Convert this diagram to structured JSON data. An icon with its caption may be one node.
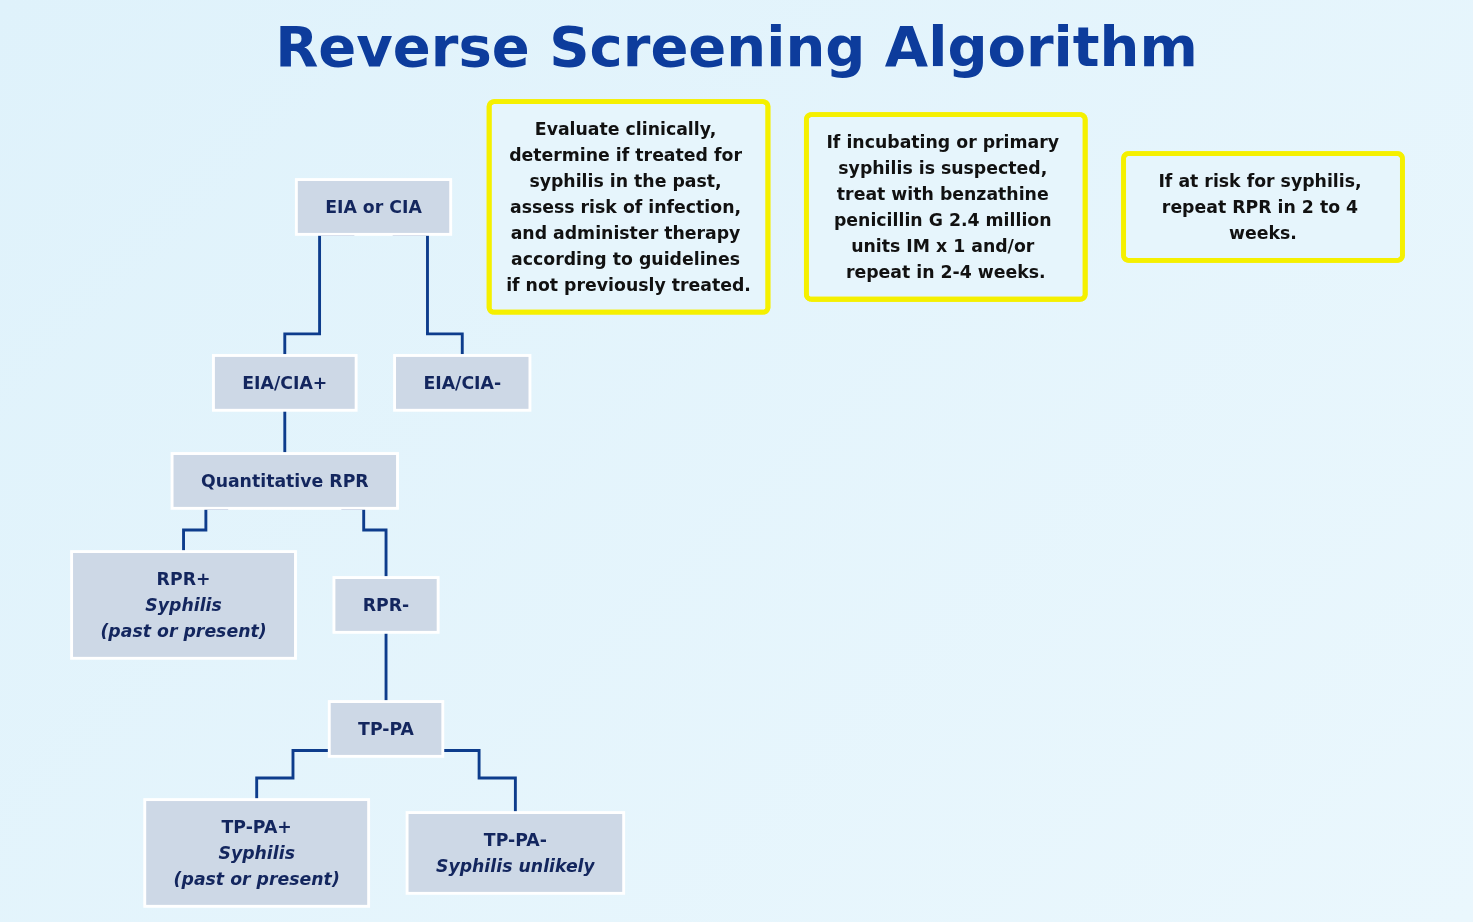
{
  "diagram": {
    "title": "Reverse Screening Algorithm",
    "nodes": [
      {
        "text": [
          "EIA or CIA"
        ]
      },
      {
        "text": [
          "EIA/CIA+"
        ]
      },
      {
        "text": [
          "EIA/CIA-"
        ]
      },
      {
        "text": [
          "Quantitative RPR"
        ]
      },
      {
        "text": [
          "RPR+",
          "Syphilis",
          "(past or present)"
        ]
      },
      {
        "text": [
          "RPR-"
        ]
      },
      {
        "text": [
          "TP-PA"
        ]
      },
      {
        "text": [
          "TP-PA+",
          "Syphilis",
          "(past or present)"
        ]
      },
      {
        "text": [
          "TP-PA-",
          "Syphilis unlikely"
        ]
      },
      {
        "text": [
          "Evaluate clinically, determine if treated for syphilis in the past, assess risk of infection, and administer therapy according to guidelines if not previously treated."
        ]
      },
      {
        "text": [
          "If incubating or primary syphilis is suspected, treat with benzathine penicillin G 2.4 million units IM x 1 and/or repeat in 2-4 weeks."
        ]
      },
      {
        "text": [
          "If at risk for syphilis, repeat RPR in 2 to 4 weeks."
        ]
      }
    ],
    "edges": [
      {
        "from": 0,
        "to": 1,
        "arrow": "none"
      },
      {
        "from": 0,
        "to": 2,
        "arrow": "none"
      },
      {
        "from": 1,
        "to": 3,
        "arrow": "none"
      },
      {
        "from": 3,
        "to": 4,
        "arrow": "none"
      },
      {
        "from": 3,
        "to": 5,
        "arrow": "none"
      },
      {
        "from": 5,
        "to": 6,
        "arrow": "none"
      },
      {
        "from": 6,
        "to": 7,
        "arrow": "none"
      },
      {
        "from": 6,
        "to": 8,
        "arrow": "none"
      }
    ]
  }
}
